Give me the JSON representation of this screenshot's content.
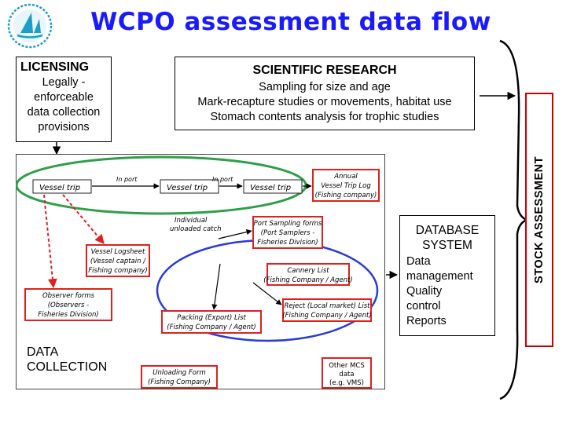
{
  "title": "WCPO assessment data flow",
  "licensing": {
    "heading": "LICENSING",
    "lines": [
      "Legally -",
      "enforceable",
      "data collection",
      "provisions"
    ]
  },
  "research": {
    "heading": "SCIENTIFIC RESEARCH",
    "lines": [
      "Sampling for size and age",
      "Mark-recapture studies or movements, habitat use",
      "Stomach contents analysis for trophic studies"
    ]
  },
  "database": {
    "heading_lines": [
      "DATABASE",
      "SYSTEM"
    ],
    "items": [
      "Data",
      "management",
      "Quality",
      "control",
      "Reports"
    ]
  },
  "stock_assessment": "STOCK ASSESSMENT",
  "data_collection": [
    "DATA",
    "COLLECTION"
  ],
  "flow": {
    "vessel_trip": "Vessel trip",
    "in_port_1": "In port",
    "in_port_2": "In port",
    "annual_log": [
      "Annual",
      "Vessel Trip Log",
      "(Fishing company)"
    ],
    "individual": [
      "Individual",
      "unloaded catch"
    ],
    "port_sampling": [
      "Port Sampling forms",
      "(Port Samplers -",
      "Fisheries Division)"
    ],
    "vessel_logsheet": [
      "Vessel Logsheet",
      "(Vessel captain /",
      "Fishing company)"
    ],
    "cannery": [
      "Cannery List",
      "(Fishing Company / Agent)"
    ],
    "observer": [
      "Observer forms",
      "(Observers -",
      "Fisheries Division)"
    ],
    "reject": [
      "Reject (Local market) List",
      "(Fishing Company / Agent)"
    ],
    "packing": [
      "Packing (Export) List",
      "(Fishing Company / Agent)"
    ],
    "unloading": [
      "Unloading Form",
      "(Fishing Company)"
    ],
    "other_mcs": [
      "Other MCS",
      "data",
      "(e.g. VMS)"
    ]
  },
  "colors": {
    "title": "#1a1aff",
    "red_box": "#e02020",
    "green_ellipse": "#2e9e4a",
    "blue_ellipse": "#2a3bd8",
    "stock_border": "#cc0000"
  }
}
